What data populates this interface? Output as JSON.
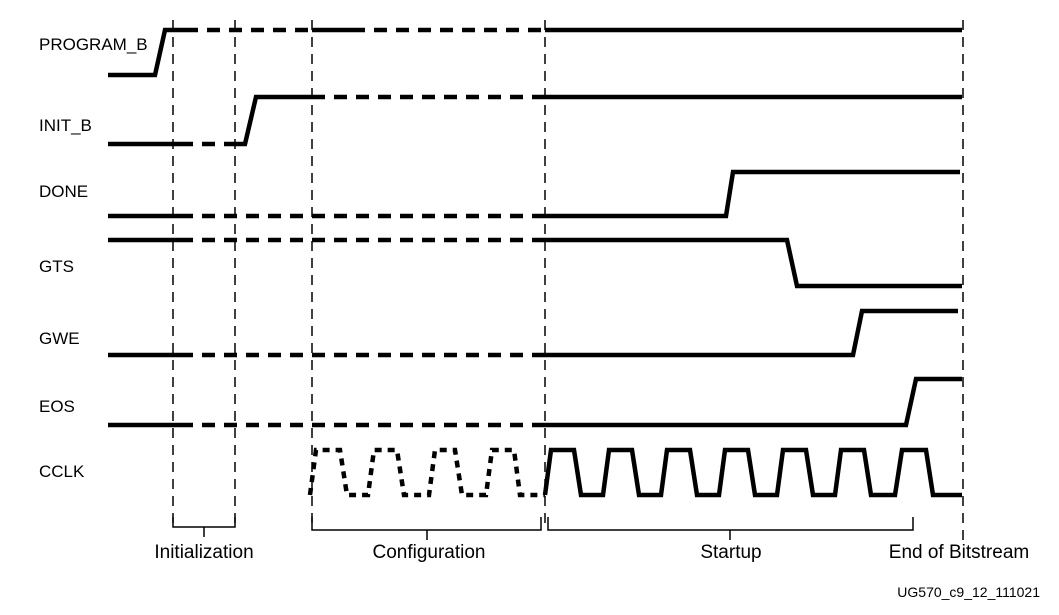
{
  "signals": [
    {
      "id": "program-b",
      "label": "PROGRAM_B"
    },
    {
      "id": "init-b",
      "label": "INIT_B"
    },
    {
      "id": "done",
      "label": "DONE"
    },
    {
      "id": "gts",
      "label": "GTS"
    },
    {
      "id": "gwe",
      "label": "GWE"
    },
    {
      "id": "eos",
      "label": "EOS"
    },
    {
      "id": "cclk",
      "label": "CCLK"
    }
  ],
  "phases": [
    {
      "id": "initialization",
      "label": "Initialization"
    },
    {
      "id": "configuration",
      "label": "Configuration"
    },
    {
      "id": "startup",
      "label": "Startup"
    },
    {
      "id": "end-of-bitstream",
      "label": "End of Bitstream"
    }
  ],
  "figure_id": "UG570_c9_12_111021"
}
